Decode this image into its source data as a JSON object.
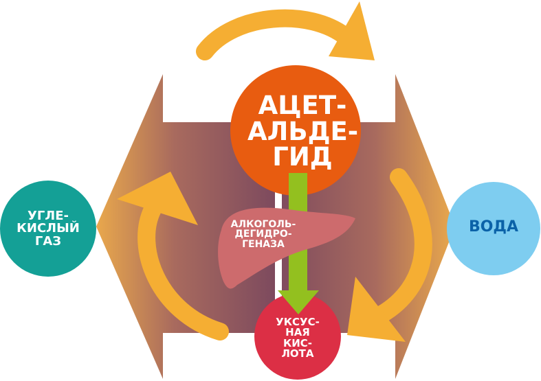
{
  "colors": {
    "acetaldehyde": "#e85c10",
    "acetic_acid": "#dc2f45",
    "co2": "#14a096",
    "water": "#7ecdf0",
    "arrow": "#f5ae33",
    "enzyme_arrow": "#93c01f",
    "liver": "#cd6b6d",
    "band_center": "#7d4a5e",
    "band_edge": "#dd9b4e"
  },
  "nodes": {
    "acetaldehyde": "АЦЕТ-\nАЛЬДЕ-\nГИД",
    "enzyme": "АЛКОГОЛЬ-\nДЕГИДРО-\nГЕНАЗА",
    "acetic_acid": "УКСУС-\nНАЯ\nКИС-\nЛОТА",
    "co2": "УГЛЕ-\nКИСЛЫЙ\nГАЗ",
    "water": "ВОДА"
  }
}
